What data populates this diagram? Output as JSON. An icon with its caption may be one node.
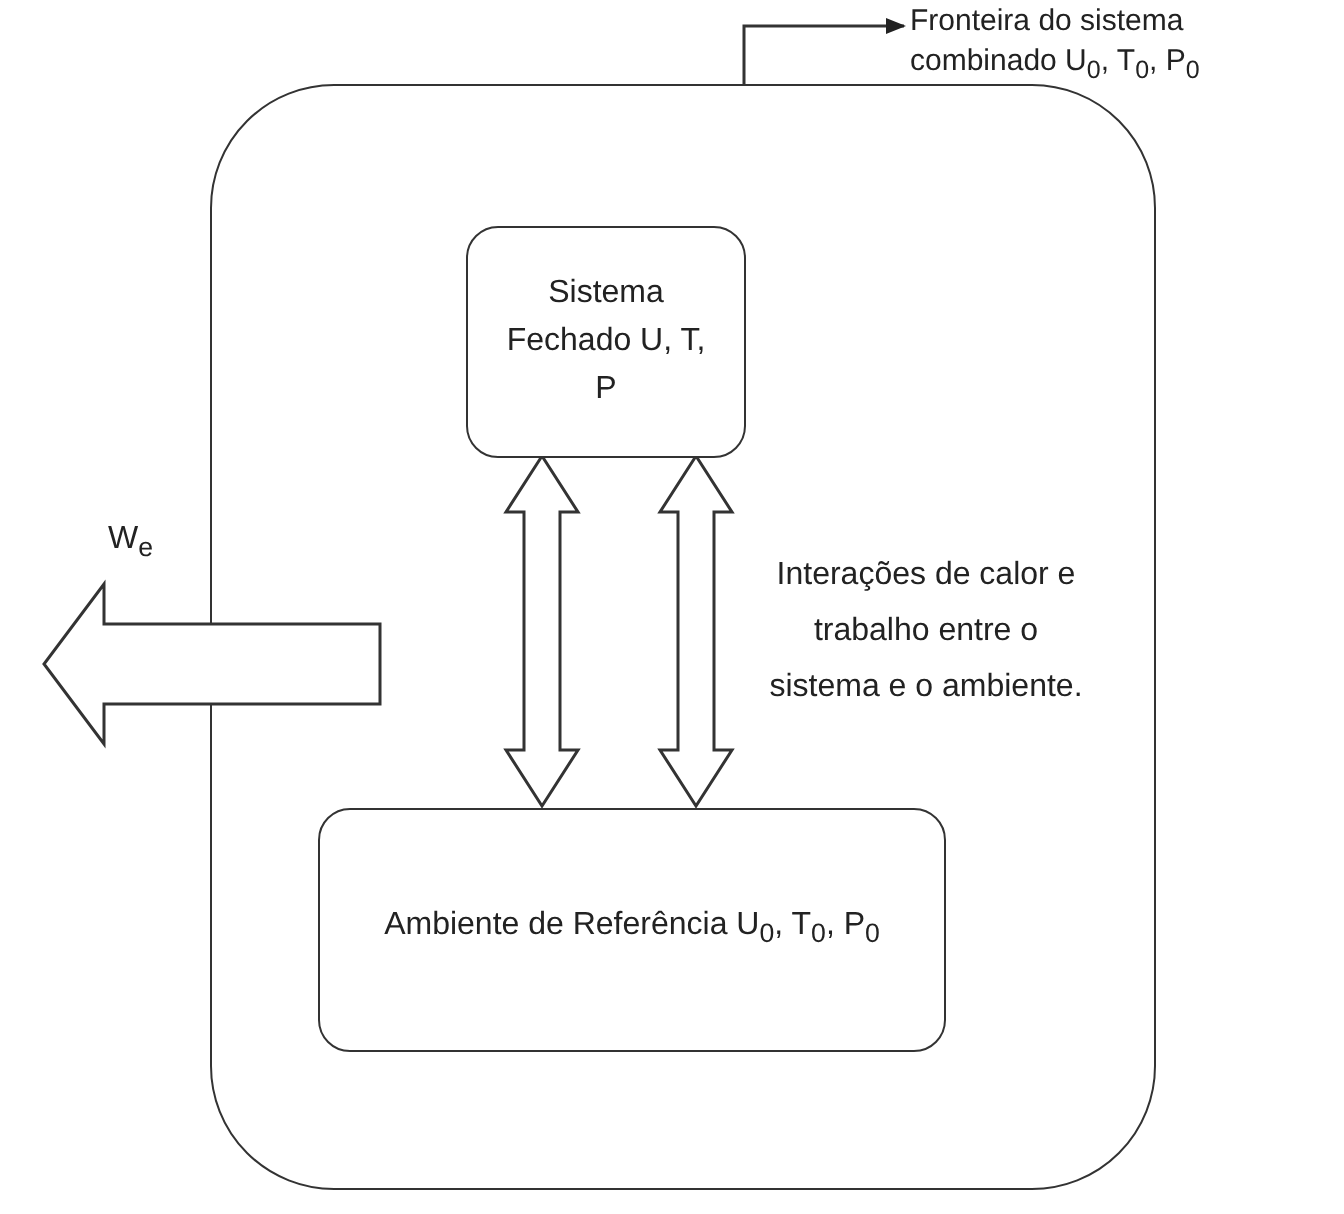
{
  "diagram": {
    "nodes": [
      {
        "text": [],
        "shape": "box"
      },
      {
        "text": [
          "Sistema Fechado U, T, P"
        ],
        "in": 0
      },
      {
        "text": [
          "Ambiente de Referência U$_{0}$, T$_{0}$, P$_{0}$"
        ],
        "in": 0
      },
      {
        "text": [
          "Fronteira do sistema combinado U$_{0}$, T$_{0}$, P$_{0}$"
        ]
      }
    ],
    "edges": [
      {
        "from": 1,
        "to": 2,
        "arrow": "both",
        "style": "thick"
      },
      {
        "from": 1,
        "to": 2,
        "arrow": "both",
        "style": "thick"
      },
      {
        "from": 0,
        "to": null,
        "arrow": "to",
        "style": "thick",
        "label": "W$_{e}$"
      },
      {
        "from": 0,
        "to": 3,
        "arrow": "to"
      }
    ],
    "labels": [
      "Interações de calor e trabalho entre o sistema e o ambiente."
    ]
  }
}
